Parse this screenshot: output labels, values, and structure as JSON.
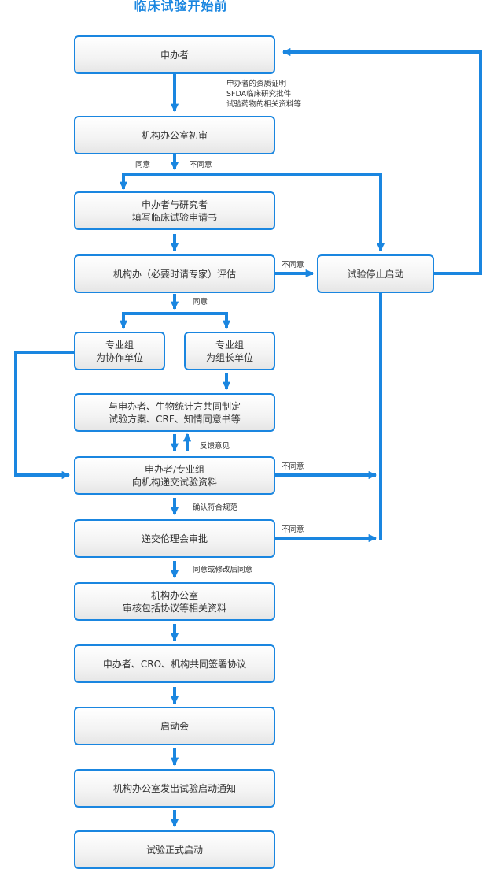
{
  "title": "临床试验开始前",
  "nodes": {
    "sponsor": "申办者",
    "office_review": "机构办公室初审",
    "apply": "申办者与研究者\n填写临床试验申请书",
    "evaluate": "机构办（必要时请专家）评估",
    "stop": "试验停止启动",
    "group_coop": "专业组\n为协作单位",
    "group_lead": "专业组\n为组长单位",
    "formulate": "与申办者、生物统计方共同制定\n试验方案、CRF、知情同意书等",
    "submit": "申办者/专业组\n向机构递交试验资料",
    "ethics": "递交伦理会审批",
    "office_audit": "机构办公室\n审核包括协议等相关资料",
    "sign": "申办者、CRO、机构共同签署协议",
    "kickoff": "启动会",
    "notice": "机构办公室发出试验启动通知",
    "start": "试验正式启动"
  },
  "notes": {
    "docs": "申办者的资质证明\nSFDA临床研究批件\n试验药物的相关资料等",
    "agree1": "同意",
    "disagree1": "不同意",
    "disagree2": "不同意",
    "agree2": "同意",
    "feedback": "反馈意见",
    "confirm": "确认符合规范",
    "disagree3": "不同意",
    "disagree4": "不同意",
    "agree_after": "同意或修改后同意"
  },
  "colors": {
    "accent": "#1a86e0",
    "text": "#333333"
  }
}
